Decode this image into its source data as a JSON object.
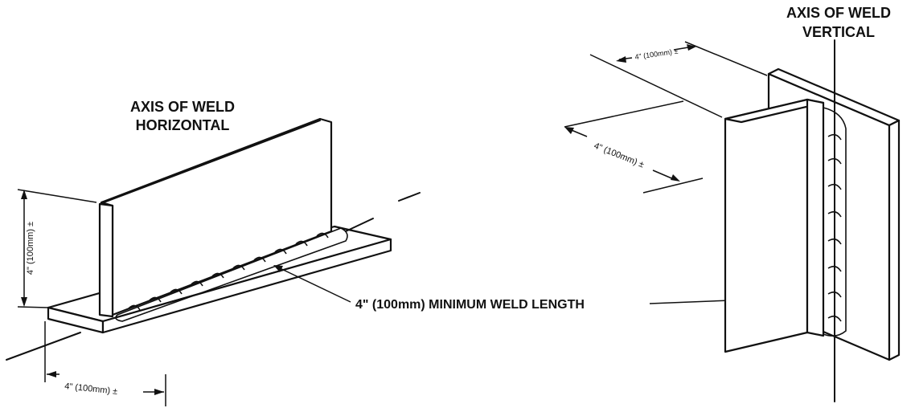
{
  "left_specimen": {
    "axis_label_line1": "AXIS OF WELD",
    "axis_label_line2": "HORIZONTAL",
    "height_dimension": "4\" (100mm) ±",
    "bottom_dimension": "4\" (100mm) ±"
  },
  "center_callout": {
    "label": "4\" (100mm) MINIMUM WELD LENGTH"
  },
  "right_specimen": {
    "axis_label_line1": "AXIS OF WELD",
    "axis_label_line2": "VERTICAL",
    "top_dimension": "4\" (100mm) ±",
    "side_dimension": "4\" (100mm) ±"
  }
}
